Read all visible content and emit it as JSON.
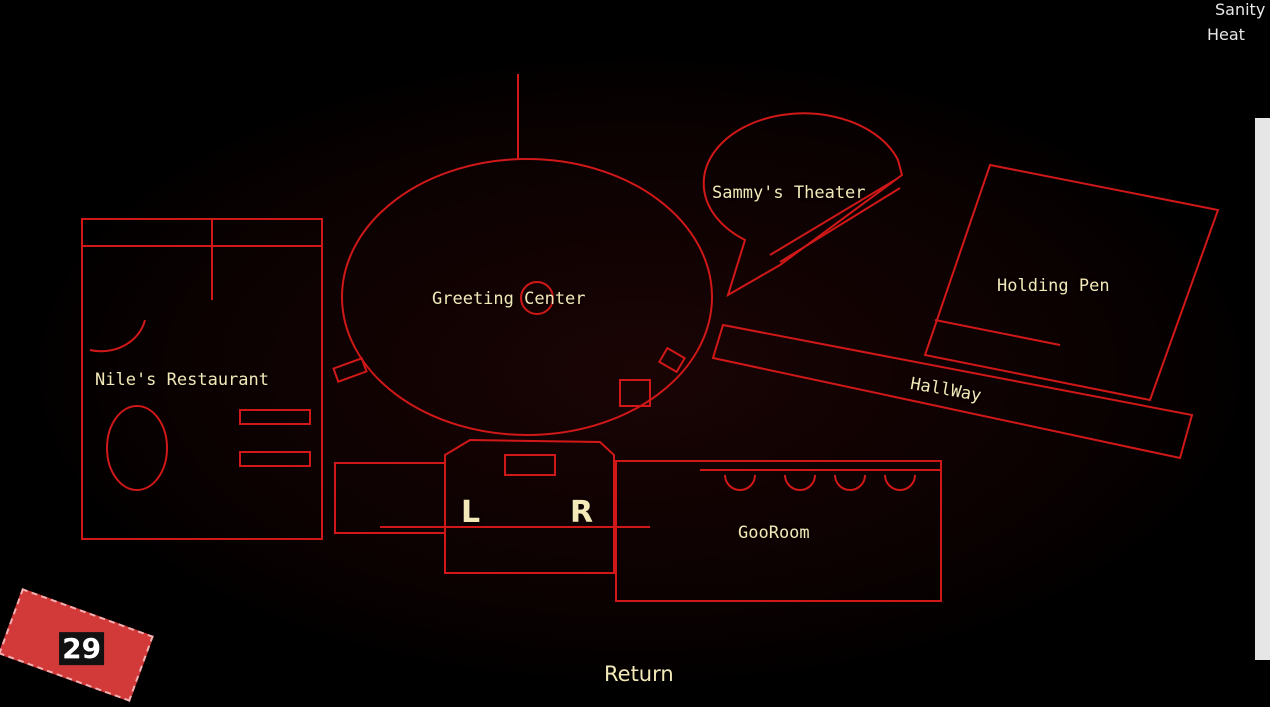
{
  "hud": {
    "sanity_label": "Sanity",
    "heat_label": "Heat"
  },
  "map": {
    "rooms": [
      {
        "id": "greeting-center",
        "label": "Greeting Center"
      },
      {
        "id": "sammys-theater",
        "label": "Sammy's Theater"
      },
      {
        "id": "holding-pen",
        "label": "Holding Pen"
      },
      {
        "id": "niles-restaurant",
        "label": "Nile's Restaurant"
      },
      {
        "id": "hallway",
        "label": "HallWay"
      },
      {
        "id": "gooroom",
        "label": "GooRoom"
      }
    ],
    "door_left": "L",
    "door_right": "R",
    "line_color": "#d01818"
  },
  "ticket": {
    "count": "29"
  },
  "return_label": "Return"
}
